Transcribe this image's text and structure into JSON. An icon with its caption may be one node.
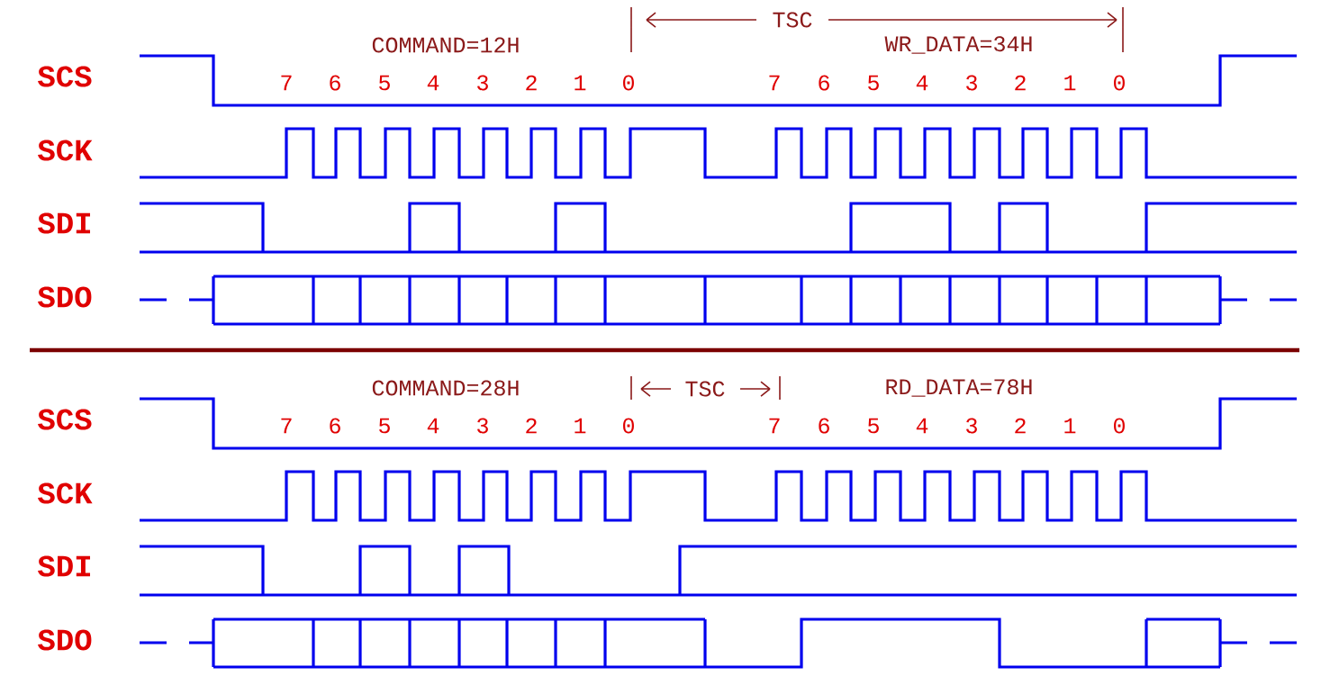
{
  "diagram": {
    "labels": [
      "TSC",
      "COMMAND=12H",
      "WR_DATA=34H",
      "SCS",
      "7",
      "6",
      "5",
      "4",
      "3",
      "2",
      "1",
      "0",
      "7",
      "6",
      "5",
      "4",
      "3",
      "2",
      "1",
      "0",
      "SCK",
      "SDI",
      "SDO",
      "COMMAND=28H",
      "TSC",
      "RD_DATA=78H",
      "SCS",
      "7",
      "6",
      "5",
      "4",
      "3",
      "2",
      "1",
      "0",
      "7",
      "6",
      "5",
      "4",
      "3",
      "2",
      "1",
      "0",
      "SCK",
      "SDI",
      "SDO"
    ]
  }
}
